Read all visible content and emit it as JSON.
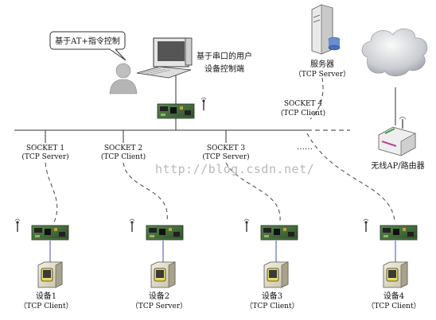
{
  "bubble_text": "基于AT+指令控制",
  "host_label": [
    "基于串口的用户",
    "设备控制端"
  ],
  "server_label": [
    "服务器",
    "（TCP Server）"
  ],
  "socket4_label": [
    "SOCKET 4",
    "(TCP Client)"
  ],
  "ap_label": "无线AP/路由器",
  "sockets": [
    {
      "name": "SOCKET 1",
      "role": "(TCP Server)"
    },
    {
      "name": "SOCKET 2",
      "role": "(TCP Client)"
    },
    {
      "name": "SOCKET 3",
      "role": "(TCP Server)"
    }
  ],
  "ellipsis": "……",
  "watermark": "http://blog.csdn.net/",
  "devices": [
    {
      "name": "设备1",
      "role": "（TCP Client）"
    },
    {
      "name": "设备2",
      "role": "（TCP Server）"
    },
    {
      "name": "设备3",
      "role": "（TCP Client）"
    },
    {
      "name": "设备4",
      "role": "（TCP Client）"
    }
  ],
  "colors": {
    "line": "#333333",
    "link": "#5a6fc0",
    "board": "#3f6b3a",
    "cloud": "#d8dade"
  }
}
